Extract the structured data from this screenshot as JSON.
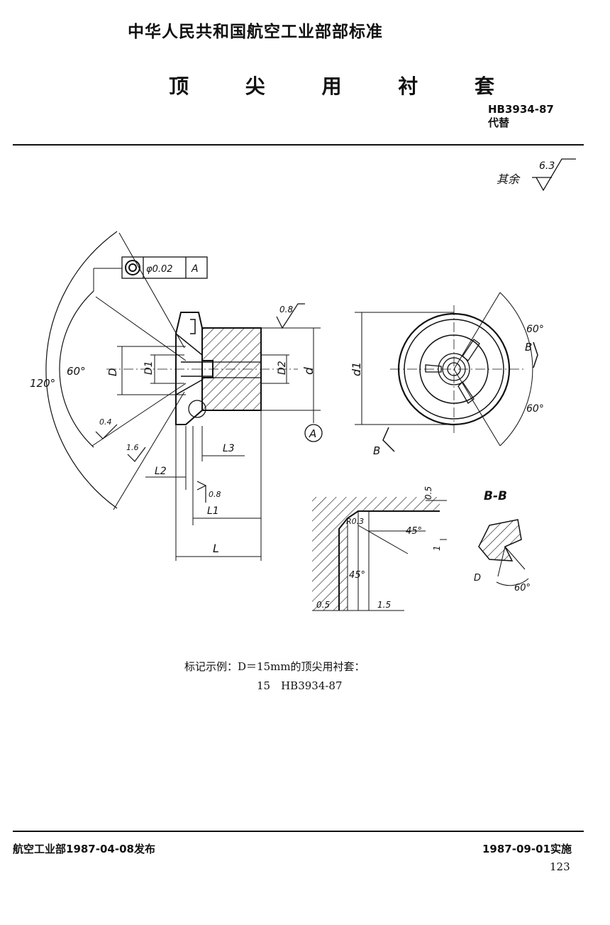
{
  "header": {
    "standard_org": "中华人民共和国航空工业部部标准",
    "title": "顶 尖 用 衬 套",
    "code": "HB3934-87",
    "replaces": "代替"
  },
  "drawing": {
    "surface_rest": "其余",
    "roughness_rest": "6.3",
    "roughness_face": "0.8",
    "roughness_cone": "0.4",
    "roughness_small_cone": "1.6",
    "roughness_bottom": "0.8",
    "tolerance_value": "φ0.02",
    "datum": "A",
    "datum_label": "A",
    "angle_120": "120°",
    "angle_60": "60°",
    "angle_45": "45°",
    "dim_D": "D",
    "dim_D1": "D1",
    "dim_D2": "D2",
    "dim_d": "d",
    "dim_d1": "d1",
    "dim_L": "L",
    "dim_L1": "L1",
    "dim_L2": "L2",
    "dim_L3": "L3",
    "section_mark": "B",
    "section_title": "B-B",
    "detail_r": "R0.3",
    "detail_05": "0.5",
    "detail_15": "1.5",
    "detail_1": "1"
  },
  "example": {
    "text": "标记示例：D＝15mm的顶尖用衬套：",
    "code": "15　HB3934-87"
  },
  "footer": {
    "issued": "航空工业部1987-04-08发布",
    "effective": "1987-09-01实施",
    "page": "123"
  }
}
